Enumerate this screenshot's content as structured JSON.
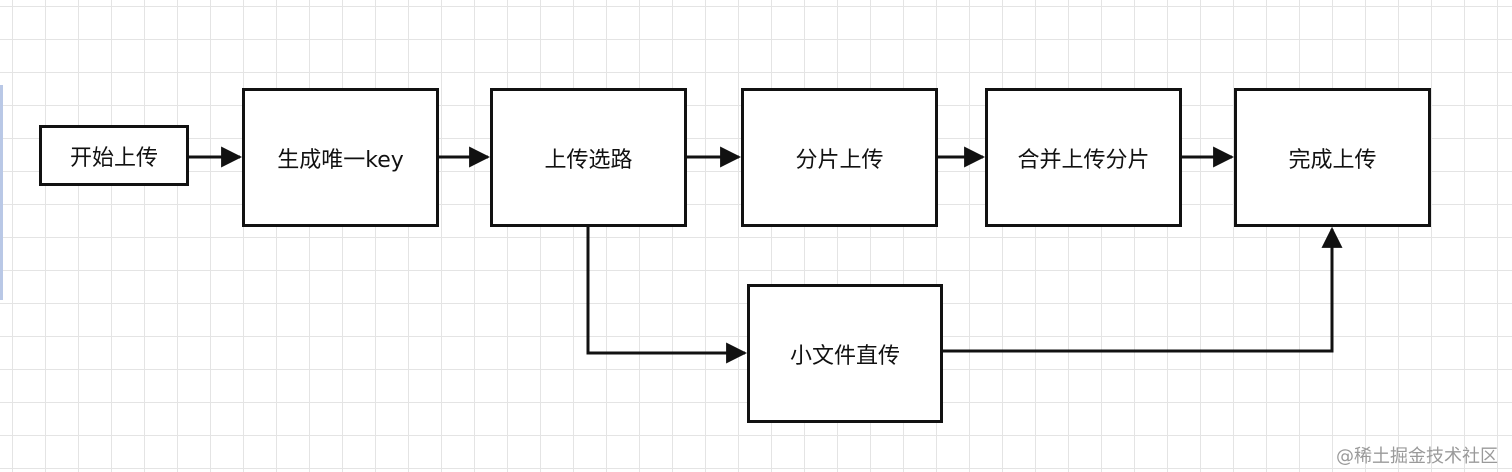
{
  "flow": {
    "nodes": {
      "start": "开始上传",
      "key": "生成唯一key",
      "route": "上传选路",
      "chunk": "分片上传",
      "merge": "合并上传分片",
      "done": "完成上传",
      "small": "小文件直传"
    },
    "edges": [
      {
        "from": "start",
        "to": "key"
      },
      {
        "from": "key",
        "to": "route"
      },
      {
        "from": "route",
        "to": "chunk"
      },
      {
        "from": "chunk",
        "to": "merge"
      },
      {
        "from": "merge",
        "to": "done"
      },
      {
        "from": "route",
        "to": "small"
      },
      {
        "from": "small",
        "to": "done"
      }
    ]
  },
  "watermark": "@稀土掘金技术社区",
  "colors": {
    "stroke": "#111111",
    "grid": "#e4e4e4",
    "watermark": "#9a9a9a"
  }
}
